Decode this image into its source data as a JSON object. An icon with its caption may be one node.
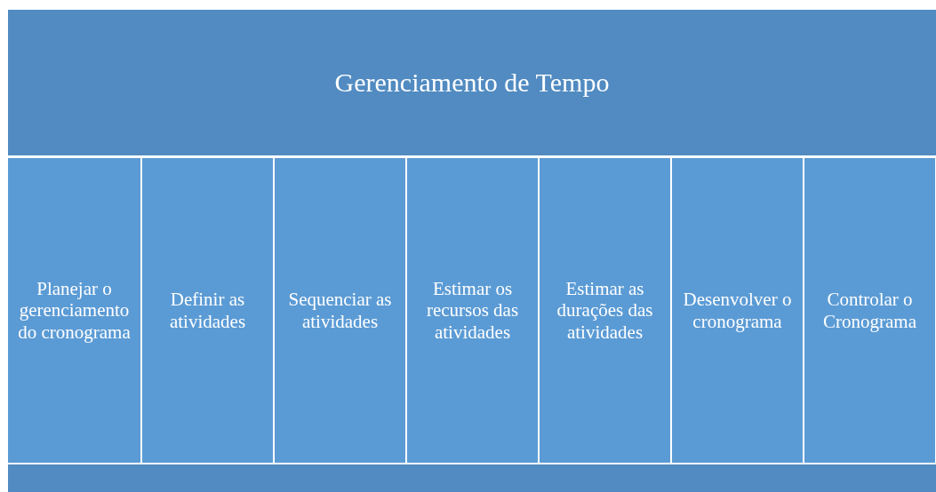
{
  "diagram": {
    "nodes": [
      {
        "text": [
          "Gerenciamento de Tempo"
        ]
      },
      {
        "text": [
          "Planejar o gerenciamento do cronograma"
        ]
      },
      {
        "text": [
          "Definir as atividades"
        ]
      },
      {
        "text": [
          "Sequenciar as atividades"
        ]
      },
      {
        "text": [
          "Estimar os recursos das atividades"
        ]
      },
      {
        "text": [
          "Estimar as durações das atividades"
        ]
      },
      {
        "text": [
          "Desenvolver o cronograma"
        ]
      },
      {
        "text": [
          "Controlar o Cronograma"
        ]
      },
      {
        "text": [],
        "shape": "bar"
      }
    ]
  }
}
